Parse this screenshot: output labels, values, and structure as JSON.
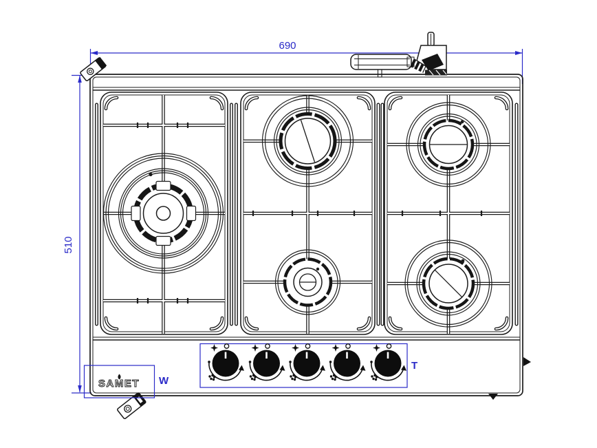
{
  "dimensions": {
    "width": "690",
    "height": "510"
  },
  "labels": {
    "w": "W",
    "t": "T"
  },
  "brand": {
    "name": "SAMET"
  },
  "colors": {
    "line": "#1b1b1b",
    "annotation_blue": "#2a2ac8",
    "knob_black": "#0d0d0d",
    "background": "#ffffff"
  },
  "burners": [
    {
      "name": "wok-burner",
      "position": "left-center"
    },
    {
      "name": "rapid-burner",
      "position": "center-top"
    },
    {
      "name": "auxiliary-burner",
      "position": "center-bottom"
    },
    {
      "name": "semi-rapid-burner",
      "position": "right-top"
    },
    {
      "name": "semi-rapid-burner",
      "position": "right-bottom"
    }
  ],
  "controls": {
    "knob_count": 5,
    "symbols": [
      "high-flame-star",
      "off-circle",
      "rotation-arc-arrow",
      "low-flame-dots"
    ]
  },
  "fittings": [
    "power-plug",
    "mounting-bracket-top-left",
    "mounting-bracket-bottom-left",
    "fixing-arrow-right",
    "fixing-arrow-bottom"
  ]
}
